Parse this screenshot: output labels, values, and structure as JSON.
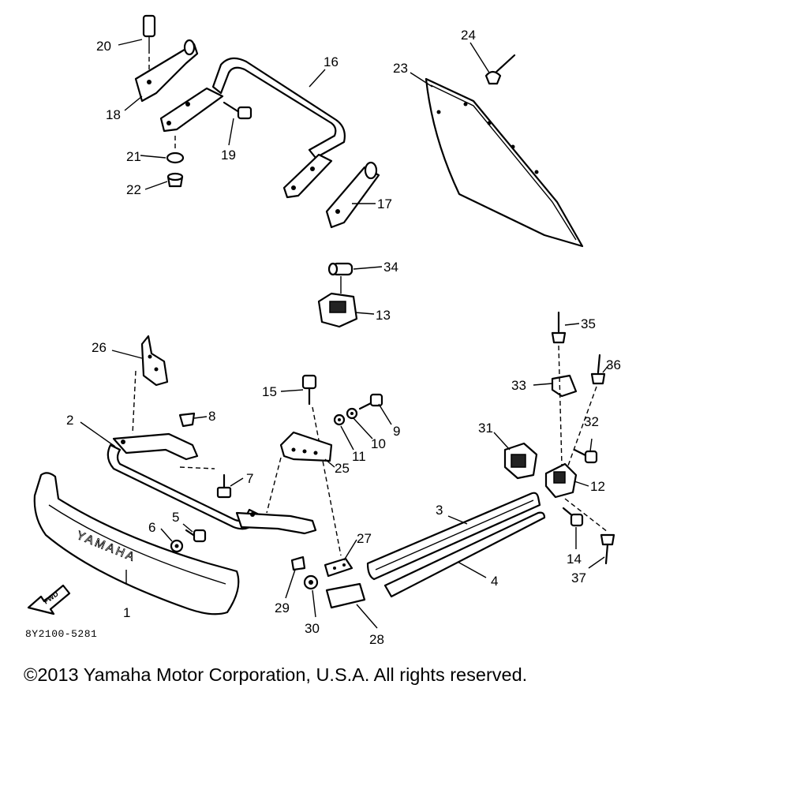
{
  "diagram": {
    "code": "8Y2100-5281",
    "logo_text": "YAMAHA",
    "direction_label": "FWD",
    "callouts": [
      "1",
      "2",
      "3",
      "4",
      "5",
      "6",
      "7",
      "8",
      "9",
      "10",
      "11",
      "12",
      "13",
      "14",
      "15",
      "16",
      "17",
      "18",
      "19",
      "20",
      "21",
      "22",
      "23",
      "24",
      "25",
      "26",
      "27",
      "28",
      "29",
      "30",
      "31",
      "32",
      "33",
      "34",
      "35",
      "36",
      "37"
    ]
  },
  "footer": {
    "copyright": "©2013 Yamaha Motor Corporation, U.S.A. All rights reserved."
  }
}
